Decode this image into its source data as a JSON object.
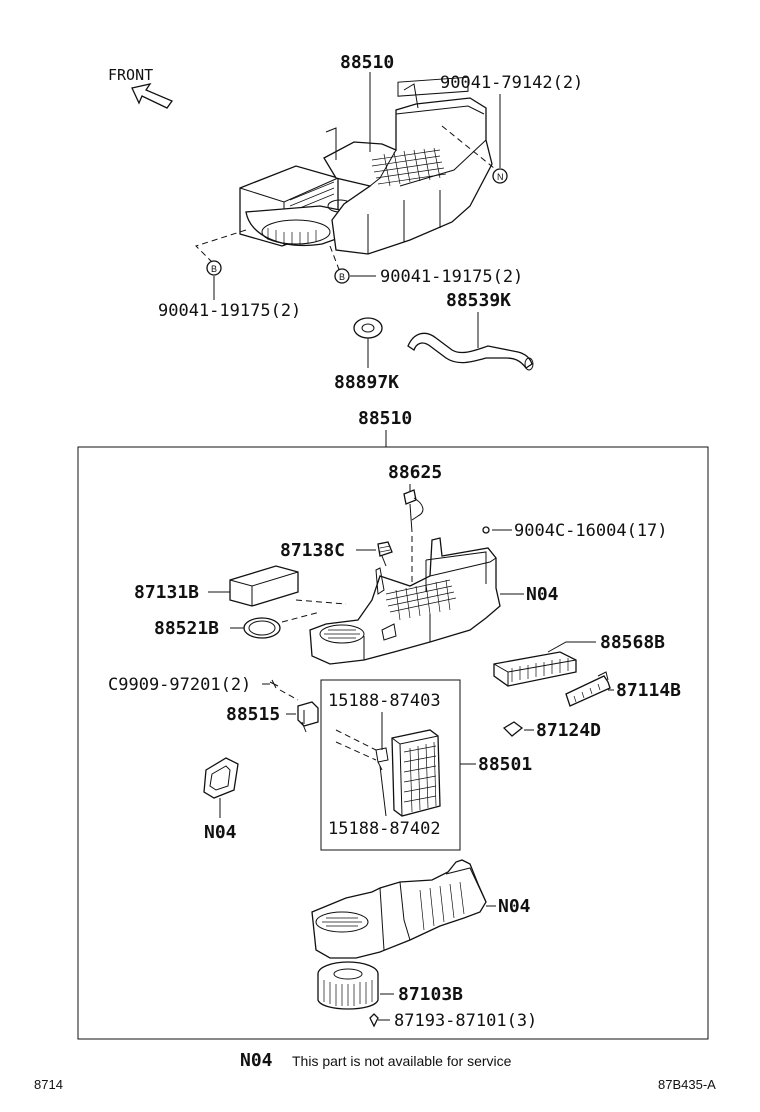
{
  "front_label": "FRONT",
  "callouts": {
    "top_unit": "88510",
    "screw_top": "90041-79142(2)",
    "screw_b_right": "90041-19175(2)",
    "screw_b_left": "90041-19175(2)",
    "hose": "88539K",
    "grommet": "88897K",
    "box_title": "88510",
    "sensor": "88625",
    "screw_box": "9004C-16004(17)",
    "servo": "87138C",
    "cover": "87131B",
    "seal": "88521B",
    "upper_case": "N04",
    "filter": "88568B",
    "clip_bar": "87114B",
    "screw_c": "C9909-97201(2)",
    "resistor": "88515",
    "clip_small": "87124D",
    "valve_top": "15188-87403",
    "valve_bottom": "15188-87402",
    "evaporator": "88501",
    "gasket": "N04",
    "lower_case": "N04",
    "blower": "87103B",
    "blower_screw": "87193-87101(3)"
  },
  "symbols": {
    "n": "N",
    "b1": "B",
    "b2": "B"
  },
  "note": {
    "code": "N04",
    "text": "This part is not available for service"
  },
  "footer": {
    "left": "8714",
    "right": "87B435-A"
  }
}
